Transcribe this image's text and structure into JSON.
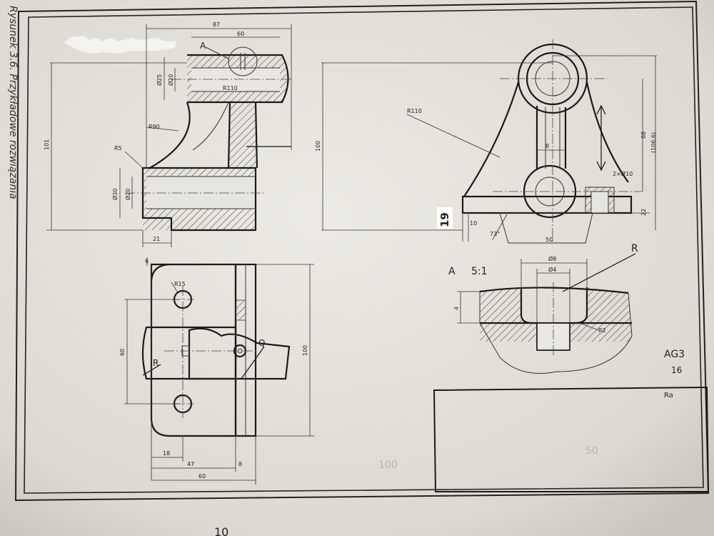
{
  "side_caption": "Rysunek 3.6. Przykładowe rozwiązania",
  "front_view": {
    "dims": [
      "87",
      "60",
      "Ø25",
      "Ø20",
      "R110",
      "101",
      "R90",
      "R5",
      "Ø30",
      "Ø20",
      "21"
    ],
    "section_marker": "A"
  },
  "side_view": {
    "dims": [
      "R110",
      "100",
      "8",
      "2×Ø10",
      "68",
      "(106,6)",
      "22",
      "10",
      "73°",
      "50"
    ],
    "hand_label": "19"
  },
  "top_view": {
    "dims": [
      "6",
      "R15",
      "60",
      "100",
      "18",
      "47",
      "8",
      "60"
    ],
    "hand_labels": [
      "R",
      "Q"
    ]
  },
  "detail": {
    "title": "A",
    "scale": "5:1",
    "dims": [
      "Ø8",
      "Ø4",
      "4",
      "R2"
    ],
    "hand_label": "R"
  },
  "title_block": {
    "faint_values": [
      "100",
      "50"
    ]
  },
  "margin_notes": [
    "AG3",
    "16",
    "Ra"
  ],
  "bottom_note": "10"
}
